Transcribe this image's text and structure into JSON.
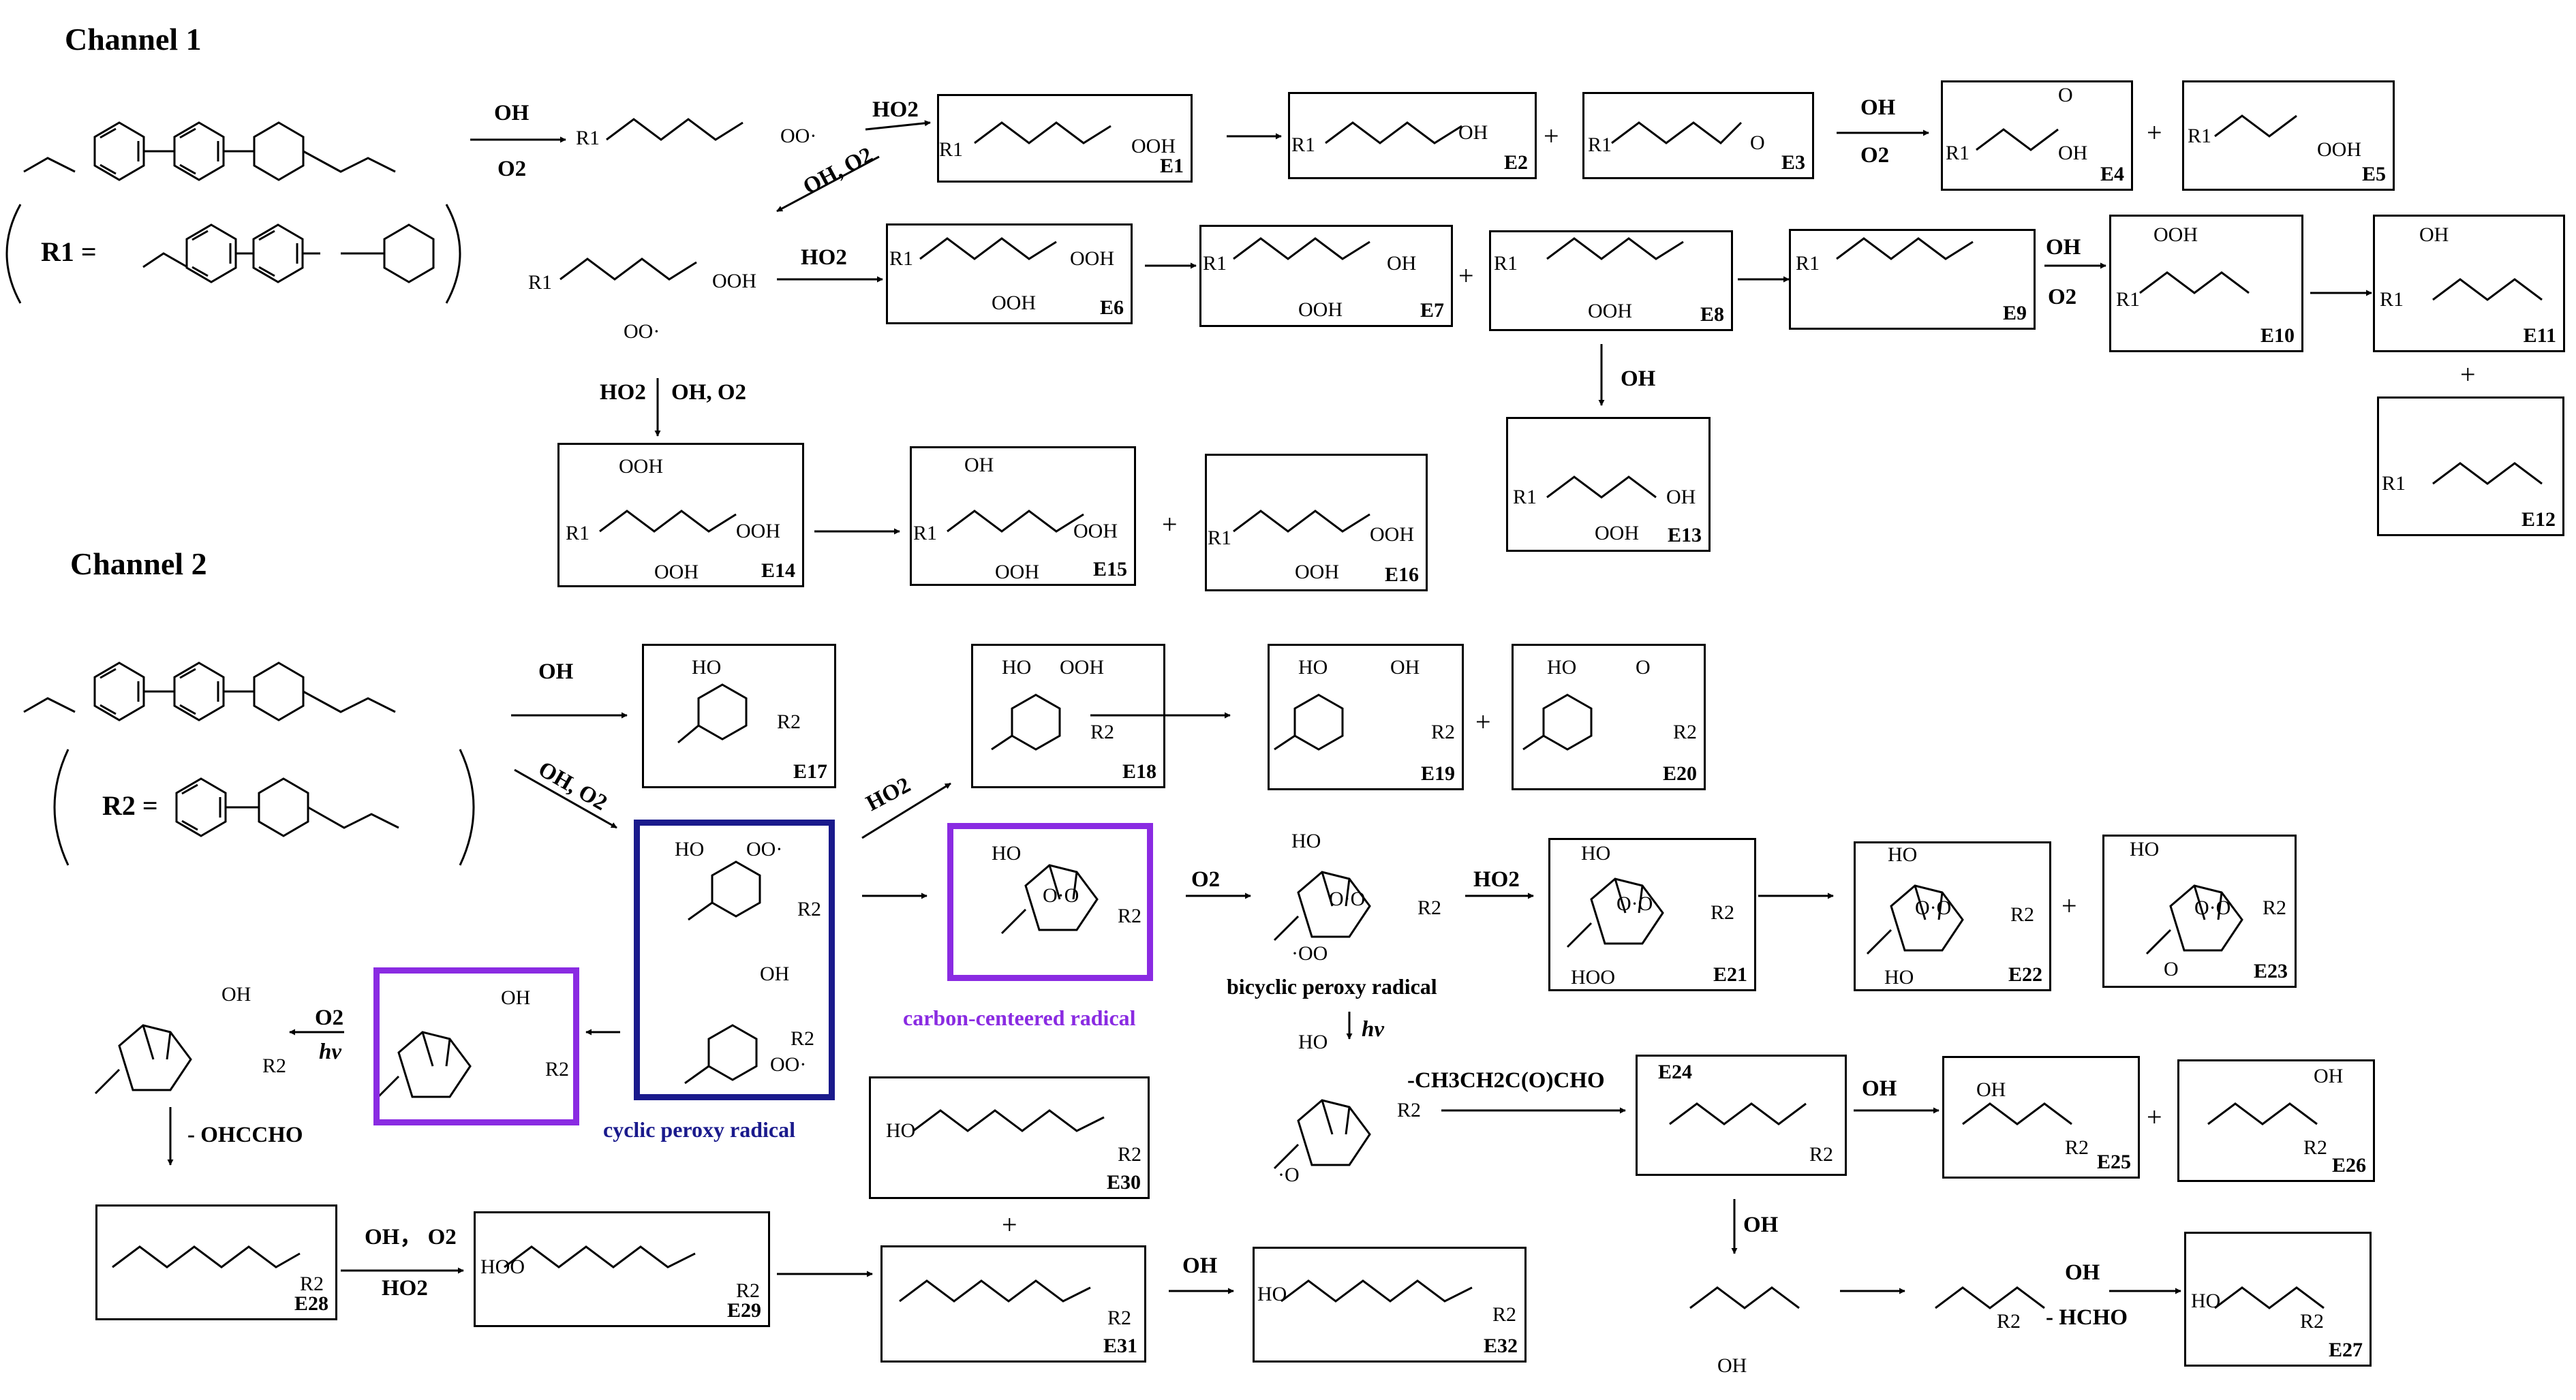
{
  "headings": {
    "channel1": "Channel 1",
    "channel2": "Channel 2"
  },
  "r_defs": {
    "r1": "R1 =",
    "r2": "R2 ="
  },
  "conditions": {
    "oh": "OH",
    "o2": "O2",
    "ho2": "HO2",
    "oh_o2": "OH, O2",
    "hv": "hv",
    "oh_o2_cn": "OH， O2",
    "minus_ohccho": "- OHCCHO",
    "minus_propanal": "-CH3CH2C(O)CHO",
    "minus_hcho": "- HCHO"
  },
  "captions": {
    "cyclic": "cyclic peroxy radical",
    "carbon": "carbon-centeered radical",
    "bicyclic": "bicyclic peroxy radical"
  },
  "group_labels": {
    "oo_rad": "OO·",
    "ooh": "OOH",
    "oh": "OH",
    "o": "O",
    "oo": "·OO",
    "ho": "HO",
    "hoo": "HOO",
    "o_dot": "·O",
    "r1": "R1",
    "r2": "R2",
    "o_o": "O·O"
  },
  "product_labels": [
    "E1",
    "E2",
    "E3",
    "E4",
    "E5",
    "E6",
    "E7",
    "E8",
    "E9",
    "E10",
    "E11",
    "E12",
    "E13",
    "E14",
    "E15",
    "E16",
    "E17",
    "E18",
    "E19",
    "E20",
    "E21",
    "E22",
    "E23",
    "E24",
    "E25",
    "E26",
    "E27",
    "E28",
    "E29",
    "E30",
    "E31",
    "E32"
  ],
  "colors": {
    "blue": "#1a1a8c",
    "purple": "#8a2be2",
    "line": "#000000"
  }
}
